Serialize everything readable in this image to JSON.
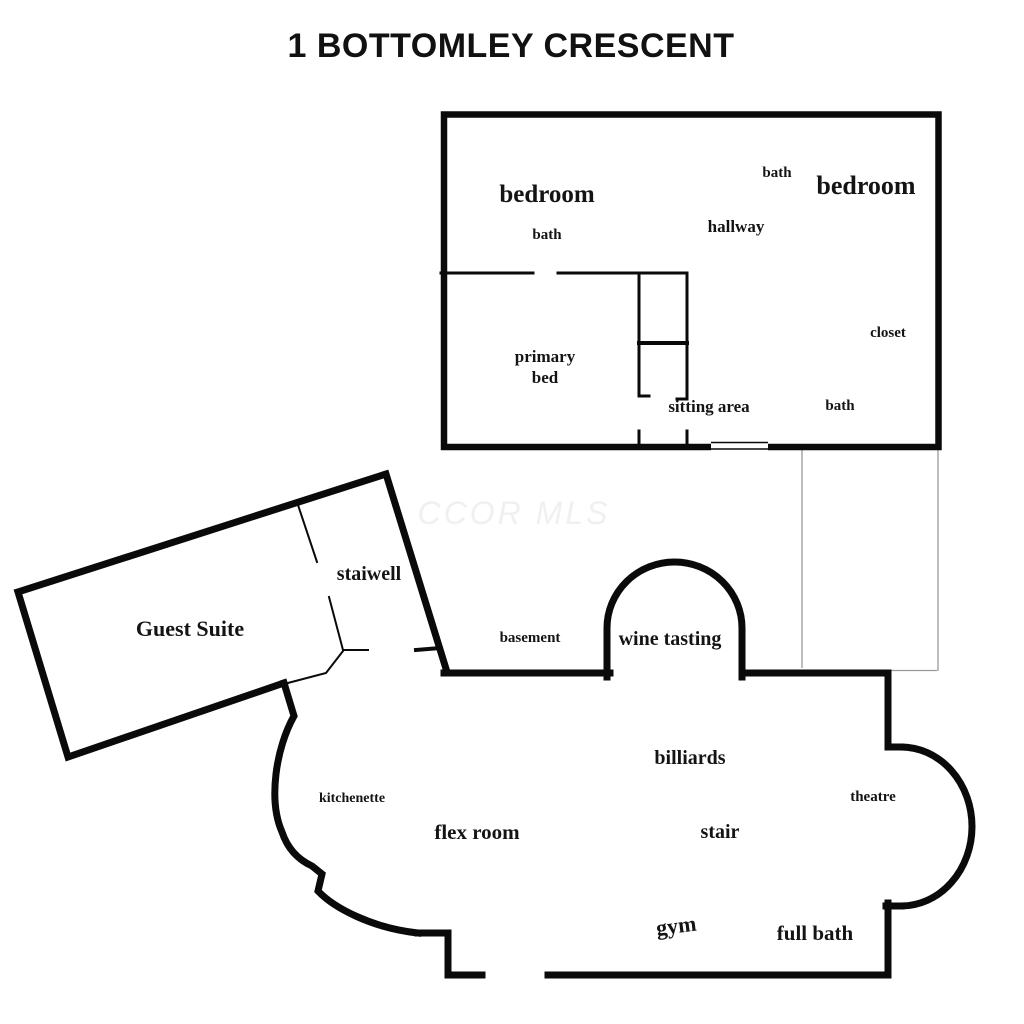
{
  "header": {
    "title": "1 BOTTOMLEY CRESCENT"
  },
  "watermark": {
    "text": "CCOR MLS"
  },
  "colors": {
    "wall": "#0a0a0a",
    "thin_line": "#9a9a9a",
    "label_text": "#141414",
    "title_text": "#111111",
    "watermark": "#f0f0f0",
    "background": "#ffffff"
  },
  "upper_floor": {
    "rooms": {
      "bedroom_left": "bedroom",
      "bath_left": "bath",
      "bath_top": "bath",
      "bedroom_right": "bedroom",
      "hallway": "hallway",
      "closet": "closet",
      "primary_bed_line1": "primary",
      "primary_bed_line2": "bed",
      "sitting_area": "sitting area",
      "bath_right": "bath"
    }
  },
  "guest_wing": {
    "rooms": {
      "guest_suite": "Guest Suite",
      "stairwell": "staiwell"
    }
  },
  "lower_floor": {
    "rooms": {
      "basement": "basement",
      "wine_tasting": "wine tasting",
      "billiards": "billiards",
      "kitchenette": "kitchenette",
      "flex_room": "flex room",
      "stair": "stair",
      "theatre": "theatre",
      "gym": "gym",
      "full_bath": "full bath"
    }
  }
}
